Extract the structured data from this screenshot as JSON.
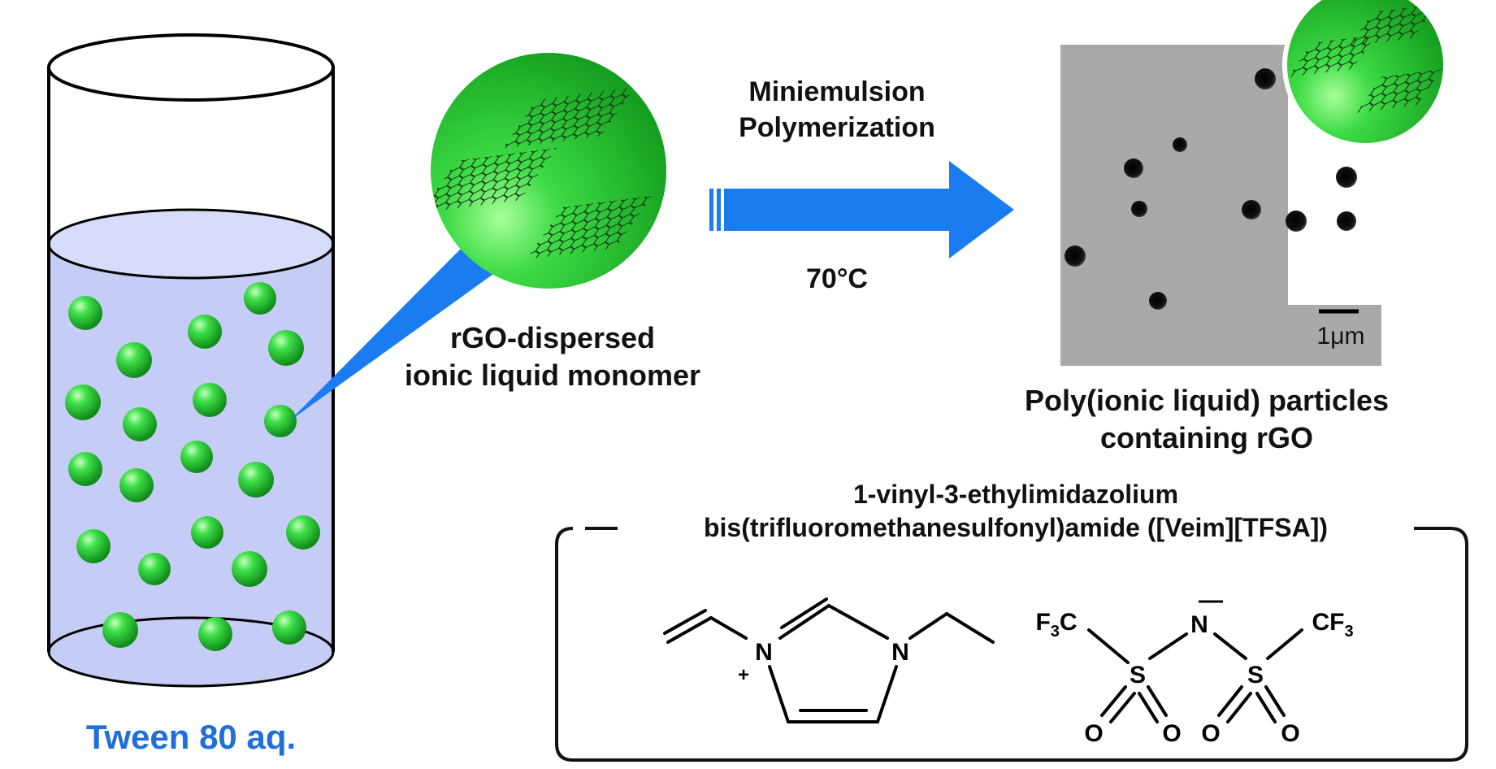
{
  "labels": {
    "beaker_caption": "Tween 80 aq.",
    "droplet_caption_line1": "rGO-dispersed",
    "droplet_caption_line2": "ionic liquid monomer",
    "process_line1": "Miniemulsion",
    "process_line2": "Polymerization",
    "temperature": "70°C",
    "particles_caption_line1": "Poly(ionic liquid) particles",
    "particles_caption_line2": "containing rGO",
    "scale_bar": "1μm",
    "compound_line1": "1-vinyl-3-ethylimidazolium",
    "compound_line2": "bis(trifluoromethanesulfonyl)amide ([Veim][TFSA])"
  },
  "structure_text": {
    "n_plus": "N",
    "plus_sign": "+",
    "n_ring": "N",
    "n_anion": "N",
    "minus_sign": "—",
    "f3c": "F3C",
    "cf3": "CF3",
    "s_left": "S",
    "s_right": "S",
    "o1": "O",
    "o2": "O",
    "o3": "O",
    "o4": "O"
  },
  "colors": {
    "accent_blue": "#1e6fd9",
    "arrow_blue": "#1a7cf0",
    "liquid": "#c5cdf7",
    "droplet_green": "#2ecc3a",
    "tem_background": "#a9a9a9",
    "particle_dark": "#151515"
  }
}
